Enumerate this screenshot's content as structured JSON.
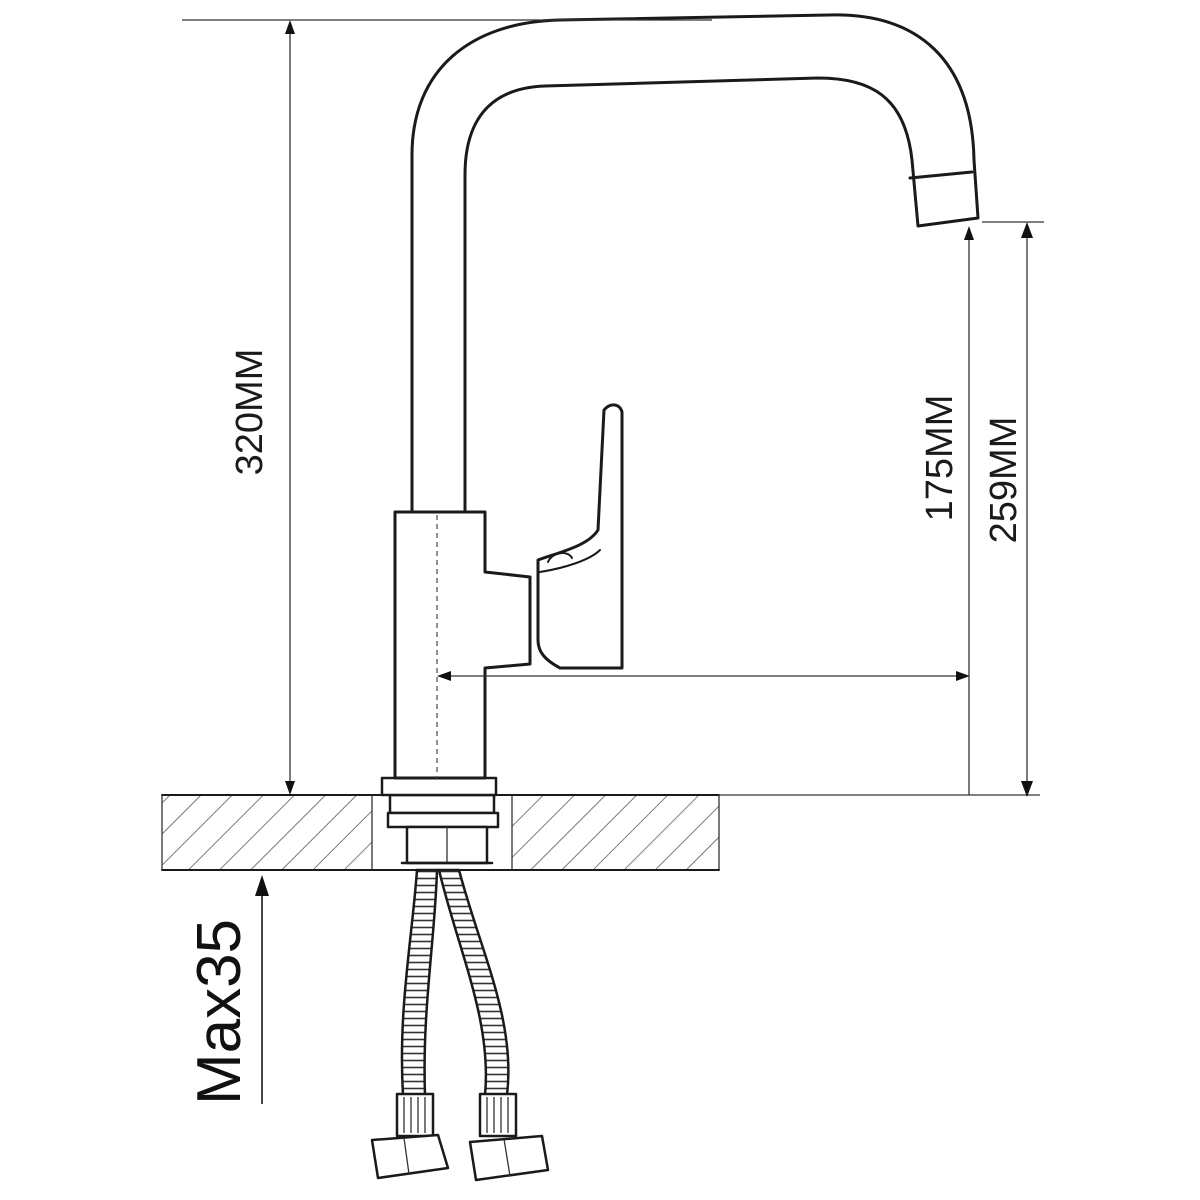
{
  "dimensions": {
    "total_height": "320MM",
    "spout_height": "175MM",
    "spout_height_outer": "259MM",
    "max_counter_thickness": "Max35"
  }
}
